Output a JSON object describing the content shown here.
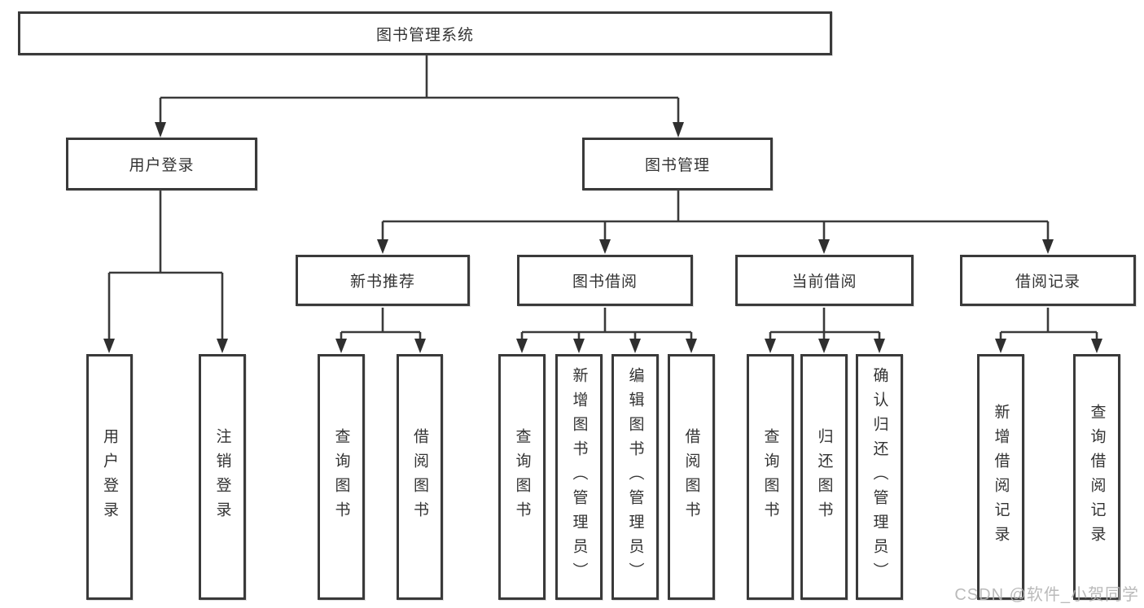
{
  "diagram": {
    "title": "图书管理系统",
    "branches": [
      {
        "label": "用户登录",
        "children": [
          {
            "label": "用户登录"
          },
          {
            "label": "注销登录"
          }
        ]
      },
      {
        "label": "图书管理",
        "children": [
          {
            "label": "新书推荐",
            "children": [
              {
                "label": "查询图书"
              },
              {
                "label": "借阅图书"
              }
            ]
          },
          {
            "label": "图书借阅",
            "children": [
              {
                "label": "查询图书"
              },
              {
                "label": "新增图书（管理员）"
              },
              {
                "label": "编辑图书（管理员）"
              },
              {
                "label": "借阅图书"
              }
            ]
          },
          {
            "label": "当前借阅",
            "children": [
              {
                "label": "查询图书"
              },
              {
                "label": "归还图书"
              },
              {
                "label": "确认归还（管理员）"
              }
            ]
          },
          {
            "label": "借阅记录",
            "children": [
              {
                "label": "新增借阅记录"
              },
              {
                "label": "查询借阅记录"
              }
            ]
          }
        ]
      }
    ]
  },
  "watermark": {
    "text": "CSDN @软件_小贺同学"
  },
  "colors": {
    "line": "#3a3a3a",
    "box_border": "#3a3a3a",
    "text": "#333333",
    "arrow": "#2f2f2f",
    "watermark": "#b3b3b3",
    "background": "#ffffff"
  }
}
